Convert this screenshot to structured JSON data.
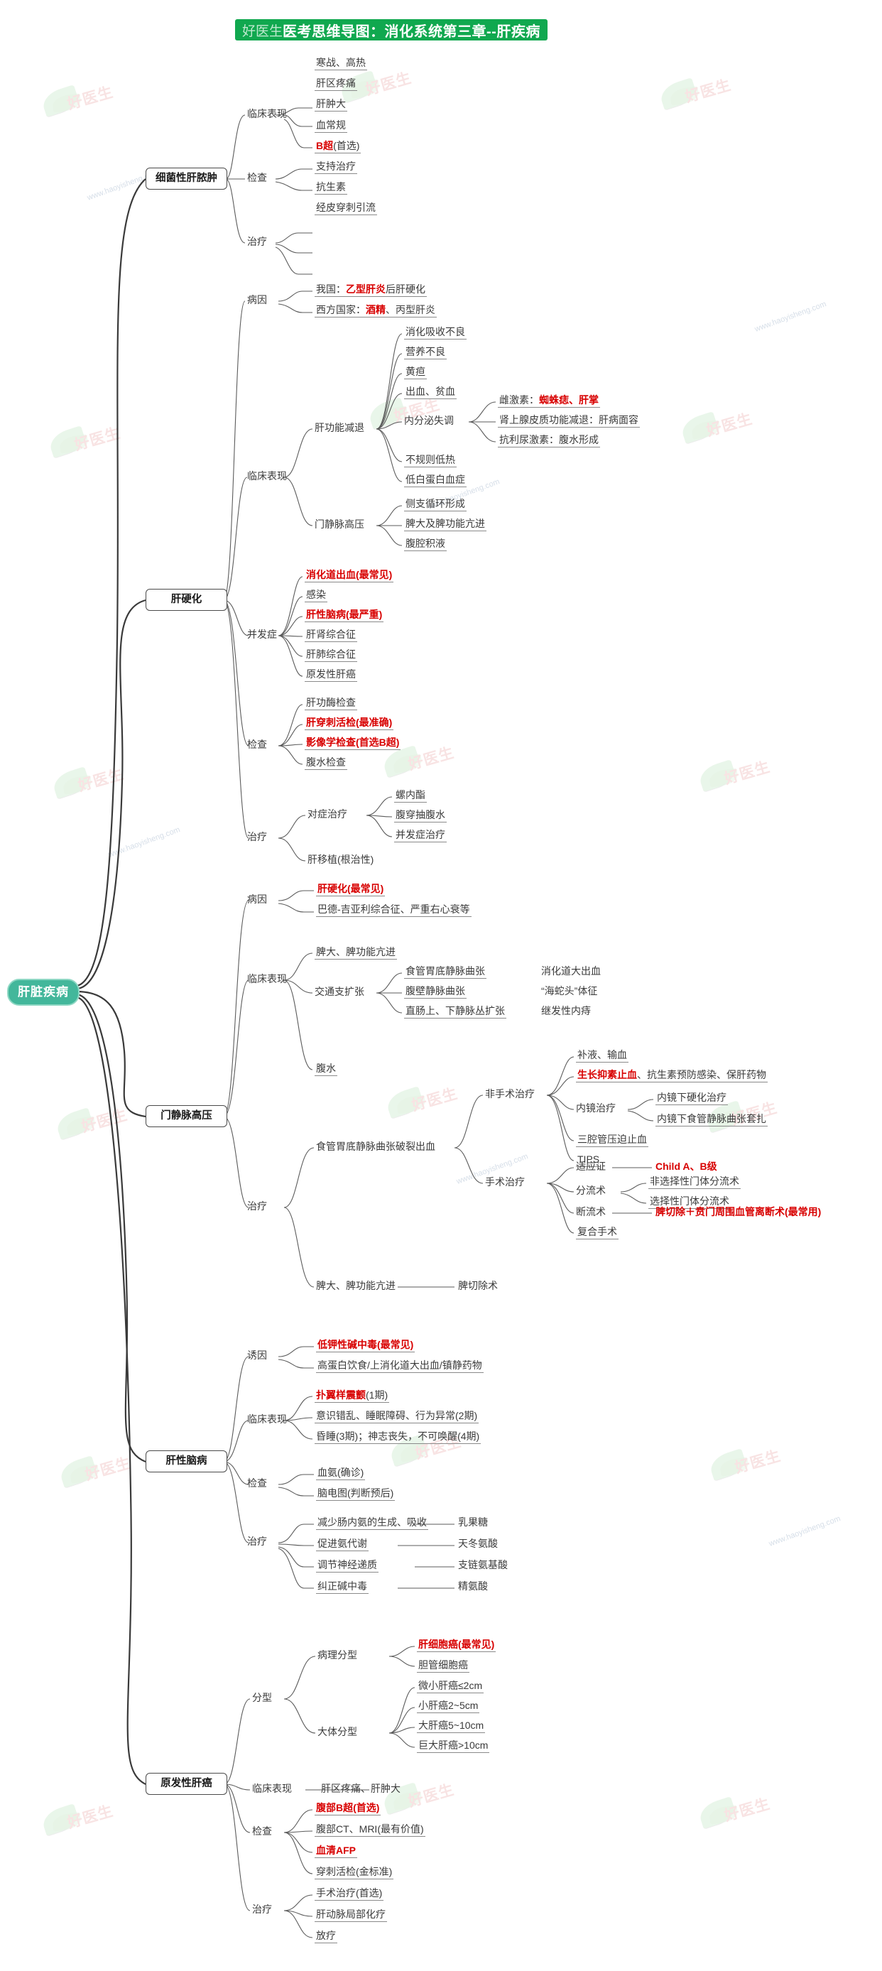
{
  "title": {
    "brand": "好医生",
    "main": "医考思维导图：消化系统第三章--肝疾病"
  },
  "root": {
    "label": "肝脏疾病"
  },
  "watermark": {
    "brand": "好医生",
    "url": "www.haoyisheng.com"
  },
  "colors": {
    "title_bg": "#10a84f",
    "root_bg": "#43b79b",
    "highlight": "#d80000",
    "line": "#5b5b5b"
  },
  "branches": [
    {
      "id": "b1",
      "label": "细菌性肝脓肿",
      "children": [
        {
          "label": "临床表现",
          "leaves": [
            {
              "t": "寒战、高热"
            },
            {
              "t": "肝区疼痛"
            },
            {
              "t": "肝肿大"
            }
          ]
        },
        {
          "label": "检查",
          "leaves": [
            {
              "t": "血常规"
            },
            {
              "t": "B超(首选)",
              "red": "B超",
              "rest": "(首选)"
            }
          ]
        },
        {
          "label": "治疗",
          "leaves": [
            {
              "t": "支持治疗"
            },
            {
              "t": "抗生素"
            },
            {
              "t": "经皮穿刺引流"
            }
          ]
        }
      ]
    },
    {
      "id": "b2",
      "label": "肝硬化",
      "children": [
        {
          "label": "病因",
          "leaves": [
            {
              "t": "我国：乙型肝炎后肝硬化",
              "pre": "我国：",
              "red": "乙型肝炎",
              "rest": "后肝硬化"
            },
            {
              "t": "西方国家：酒精、丙型肝炎",
              "pre": "西方国家：",
              "red": "酒精",
              "rest": "、丙型肝炎"
            }
          ]
        },
        {
          "label": "临床表现",
          "sub": [
            {
              "label": "肝功能减退",
              "leaves": [
                {
                  "t": "消化吸收不良"
                },
                {
                  "t": "营养不良"
                },
                {
                  "t": "黄疸"
                },
                {
                  "t": "出血、贫血"
                },
                {
                  "t": "内分泌失调",
                  "sub2": [
                    {
                      "t": "雌激素：蜘蛛痣、肝掌",
                      "pre": "雌激素：",
                      "red": "蜘蛛痣、肝掌",
                      "rest": ""
                    },
                    {
                      "t": "肾上腺皮质功能减退：肝病面容"
                    },
                    {
                      "t": "抗利尿激素：腹水形成"
                    }
                  ]
                },
                {
                  "t": "不规则低热"
                },
                {
                  "t": "低白蛋白血症"
                }
              ]
            },
            {
              "label": "门静脉高压",
              "leaves": [
                {
                  "t": "侧支循环形成"
                },
                {
                  "t": "脾大及脾功能亢进"
                },
                {
                  "t": "腹腔积液"
                }
              ]
            }
          ]
        },
        {
          "label": "并发症",
          "leaves": [
            {
              "t": "消化道出血(最常见)",
              "allred": true
            },
            {
              "t": "感染"
            },
            {
              "t": "肝性脑病(最严重)",
              "allred": true
            },
            {
              "t": "肝肾综合征"
            },
            {
              "t": "肝肺综合征"
            },
            {
              "t": "原发性肝癌"
            }
          ]
        },
        {
          "label": "检查",
          "leaves": [
            {
              "t": "肝功酶检查"
            },
            {
              "t": "肝穿刺活检(最准确)",
              "allred": true
            },
            {
              "t": "影像学检查(首选B超)",
              "allred": true
            },
            {
              "t": "腹水检查"
            }
          ]
        },
        {
          "label": "治疗",
          "sub": [
            {
              "label": "对症治疗",
              "leaves": [
                {
                  "t": "螺内酯"
                },
                {
                  "t": "腹穿抽腹水"
                },
                {
                  "t": "并发症治疗"
                }
              ]
            },
            {
              "label": "肝移植(根治性)",
              "leaves": []
            }
          ]
        }
      ]
    },
    {
      "id": "b3",
      "label": "门静脉高压",
      "children": [
        {
          "label": "病因",
          "leaves": [
            {
              "t": "肝硬化(最常见)",
              "allred": true
            },
            {
              "t": "巴德-吉亚利综合征、严重右心衰等"
            }
          ]
        },
        {
          "label": "临床表现",
          "leaves": [
            {
              "t": "脾大、脾功能亢进"
            },
            {
              "t": "交通支扩张",
              "sub2": [
                {
                  "t": "食管胃底静脉曲张",
                  "tail": "消化道大出血"
                },
                {
                  "t": "腹壁静脉曲张",
                  "tail": "“海蛇头”体征"
                },
                {
                  "t": "直肠上、下静脉丛扩张",
                  "tail": "继发性内痔"
                }
              ]
            },
            {
              "t": "腹水"
            }
          ]
        },
        {
          "label": "治疗",
          "sub": [
            {
              "label": "食管胃底静脉曲张破裂出血",
              "sub2list": [
                {
                  "label": "非手术治疗",
                  "leaves": [
                    {
                      "t": "补液、输血"
                    },
                    {
                      "t": "生长抑素止血、抗生素预防感染、保肝药物",
                      "red": "生长抑素止血",
                      "rest": "、抗生素预防感染、保肝药物"
                    },
                    {
                      "t": "内镜治疗",
                      "sub3": [
                        {
                          "t": "内镜下硬化治疗"
                        },
                        {
                          "t": "内镜下食管静脉曲张套扎"
                        }
                      ]
                    },
                    {
                      "t": "三腔管压迫止血"
                    },
                    {
                      "t": "TIPS"
                    }
                  ]
                },
                {
                  "label": "手术治疗",
                  "leaves": [
                    {
                      "t": "适应证",
                      "tail": "Child A、B级",
                      "tailred": true
                    },
                    {
                      "t": "分流术",
                      "sub3": [
                        {
                          "t": "非选择性门体分流术"
                        },
                        {
                          "t": "选择性门体分流术"
                        }
                      ]
                    },
                    {
                      "t": "断流术",
                      "tail": "脾切除＋贲门周围血管离断术(最常用)",
                      "tailred": true
                    },
                    {
                      "t": "复合手术"
                    }
                  ]
                }
              ]
            },
            {
              "label": "脾大、脾功能亢进",
              "tail": "脾切除术"
            }
          ]
        }
      ]
    },
    {
      "id": "b4",
      "label": "肝性脑病",
      "children": [
        {
          "label": "诱因",
          "leaves": [
            {
              "t": "低钾性碱中毒(最常见)",
              "allred": true
            },
            {
              "t": "高蛋白饮食/上消化道大出血/镇静药物"
            }
          ]
        },
        {
          "label": "临床表现",
          "leaves": [
            {
              "t": "扑翼样震颤(1期)",
              "red": "扑翼样震颤",
              "rest": "(1期)"
            },
            {
              "t": "意识错乱、睡眠障碍、行为异常(2期)"
            },
            {
              "t": "昏睡(3期)；神志丧失，不可唤醒(4期)"
            }
          ]
        },
        {
          "label": "检查",
          "leaves": [
            {
              "t": "血氨(确诊)"
            },
            {
              "t": "脑电图(判断预后)"
            }
          ]
        },
        {
          "label": "治疗",
          "leaves": [
            {
              "t": "减少肠内氨的生成、吸收",
              "tail": "乳果糖"
            },
            {
              "t": "促进氨代谢",
              "tail": "天冬氨酸"
            },
            {
              "t": "调节神经递质",
              "tail": "支链氨基酸"
            },
            {
              "t": "纠正碱中毒",
              "tail": "精氨酸"
            }
          ]
        }
      ]
    },
    {
      "id": "b5",
      "label": "原发性肝癌",
      "children": [
        {
          "label": "分型",
          "sub": [
            {
              "label": "病理分型",
              "leaves": [
                {
                  "t": "肝细胞癌(最常见)",
                  "allred": true
                },
                {
                  "t": "胆管细胞癌"
                }
              ]
            },
            {
              "label": "大体分型",
              "leaves": [
                {
                  "t": "微小肝癌≤2cm"
                },
                {
                  "t": "小肝癌2~5cm"
                },
                {
                  "t": "大肝癌5~10cm"
                },
                {
                  "t": "巨大肝癌>10cm"
                }
              ]
            }
          ]
        },
        {
          "label": "临床表现",
          "tail": "肝区疼痛、肝肿大"
        },
        {
          "label": "检查",
          "leaves": [
            {
              "t": "腹部B超(首选)",
              "allred": true
            },
            {
              "t": "腹部CT、MRI(最有价值)"
            },
            {
              "t": "血清AFP",
              "allred": true
            },
            {
              "t": "穿刺活检(金标准)"
            }
          ]
        },
        {
          "label": "治疗",
          "leaves": [
            {
              "t": "手术治疗(首选)"
            },
            {
              "t": "肝动脉局部化疗"
            },
            {
              "t": "放疗"
            }
          ]
        }
      ]
    }
  ]
}
